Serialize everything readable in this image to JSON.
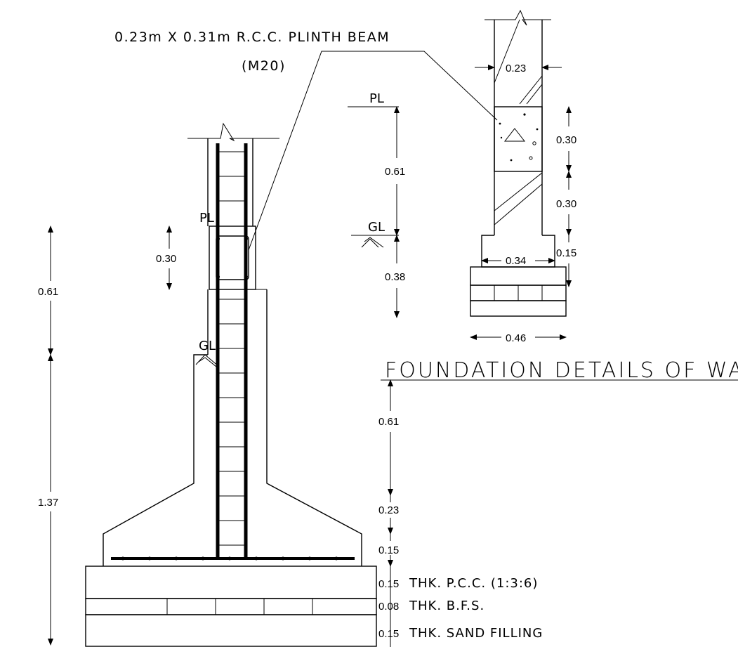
{
  "callout": {
    "line1": "0.23m X 0.31m R.C.C. PLINTH BEAM",
    "line2": "(M20)"
  },
  "title": "FOUNDATION DETAILS OF WAl",
  "levels": {
    "pl": "PL",
    "gl": "GL"
  },
  "detail_dims": {
    "wall_width": "0.23",
    "beam_depth": "0.30",
    "below_beam": "0.30",
    "footing_step": "0.15",
    "footing_width": "0.34",
    "base_width": "0.46",
    "pl_to_gl": "0.61",
    "gl_below": "0.38"
  },
  "main_dims": {
    "left_upper": "0.61",
    "left_lower": "1.37",
    "beam_depth": "0.30",
    "right_a": "0.61",
    "right_b": "0.23",
    "right_c": "0.15"
  },
  "layers": [
    {
      "thk": "0.15",
      "desc": "THK. P.C.C. (1:3:6)"
    },
    {
      "thk": "0.08",
      "desc": "THK. B.F.S."
    },
    {
      "thk": "0.15",
      "desc": "THK. SAND FILLING"
    }
  ]
}
